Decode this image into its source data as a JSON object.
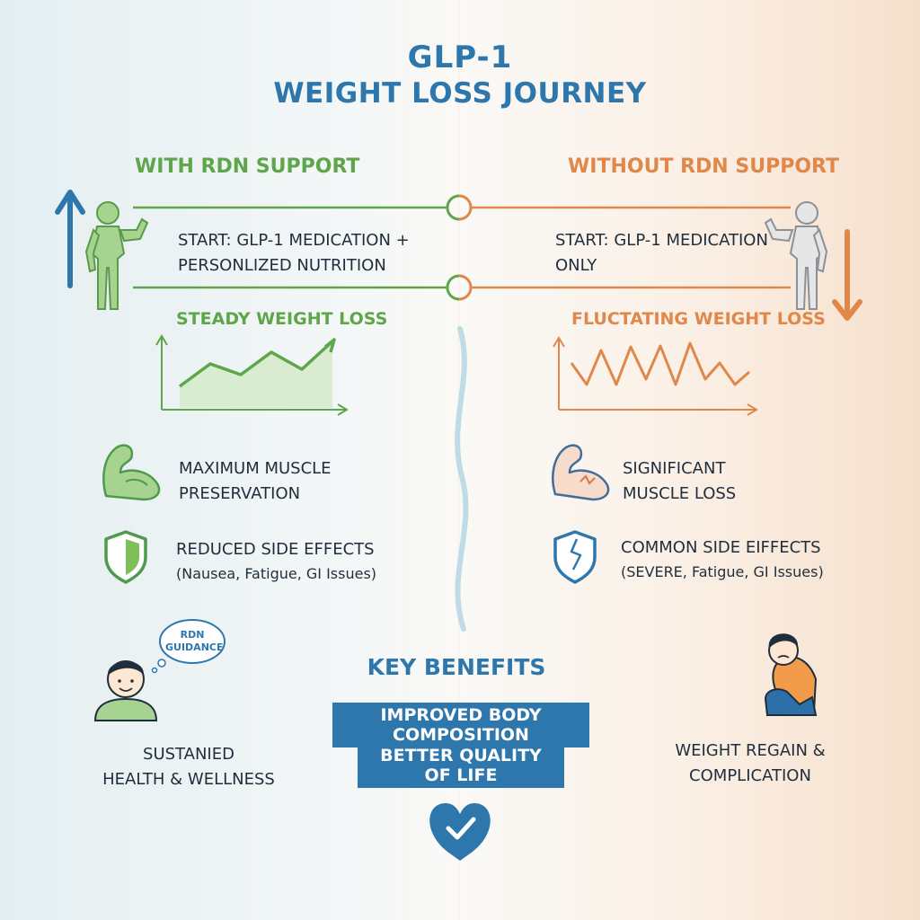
{
  "title": {
    "line1": "GLP-1",
    "line2": "WEIGHT LOSS JOURNEY"
  },
  "colors": {
    "blue": "#2d77ad",
    "green": "#5fa54a",
    "orange": "#e0874a",
    "text": "#1f2e3c"
  },
  "left": {
    "header": "WITH RDN SUPPORT",
    "start_line1": "START: GLP-1 MEDICATION +",
    "start_line2": "PERSONLIZED NUTRITION",
    "chart_label": "STEADY WEIGHT LOSS",
    "muscle_line1": "MAXIMUM MUSCLE",
    "muscle_line2": "PRESERVATION",
    "side_line1": "REDUCED SIDE EFFECTS",
    "side_line2": "(Nausea, Fatigue, GI Issues)",
    "bubble_line1": "RDN",
    "bubble_line2": "GUIDANCE",
    "outcome_line1": "SUSTANIED",
    "outcome_line2": "HEALTH & WELLNESS"
  },
  "right": {
    "header": "WITHOUT RDN SUPPORT",
    "start_line1": "START: GLP-1 MEDICATION",
    "start_line2": "ONLY",
    "chart_label": "FLUCTATING WEIGHT LOSS",
    "muscle_line1": "SIGNIFICANT",
    "muscle_line2": "MUSCLE LOSS",
    "side_line1": "COMMON SIDE EIFFECTS",
    "side_line2": "(SEVERE, Fatigue, GI Issues)",
    "outcome_line1": "WEIGHT REGAIN &",
    "outcome_line2": "COMPLICATION"
  },
  "key_benefits": {
    "title": "KEY BENEFITS",
    "items": [
      "IMPROVED BODY COMPOSITION",
      "BETTER QUALITY OF LIFE"
    ]
  },
  "icons": {
    "left_arrow": "arrow-up-icon",
    "right_arrow": "arrow-down-icon",
    "left_figure": "muscular-person-icon",
    "right_figure": "muscular-person-icon",
    "left_muscle": "flexed-arm-icon",
    "right_muscle": "injured-arm-icon",
    "left_shield": "shield-icon",
    "right_shield": "broken-shield-icon",
    "left_person": "smiling-person-icon",
    "right_person": "sad-sitting-person-icon",
    "bottom": "heart-check-icon"
  },
  "chart_data": [
    {
      "type": "line",
      "series": [
        {
          "values": [
            1,
            3,
            2,
            4,
            2.5,
            5
          ]
        }
      ]
    },
    {
      "type": "line",
      "series": [
        {
          "values": [
            3,
            1,
            4.2,
            1,
            4.5,
            1.5,
            4.6,
            1,
            4.8,
            1.5,
            3,
            1,
            2.2
          ]
        }
      ]
    }
  ]
}
